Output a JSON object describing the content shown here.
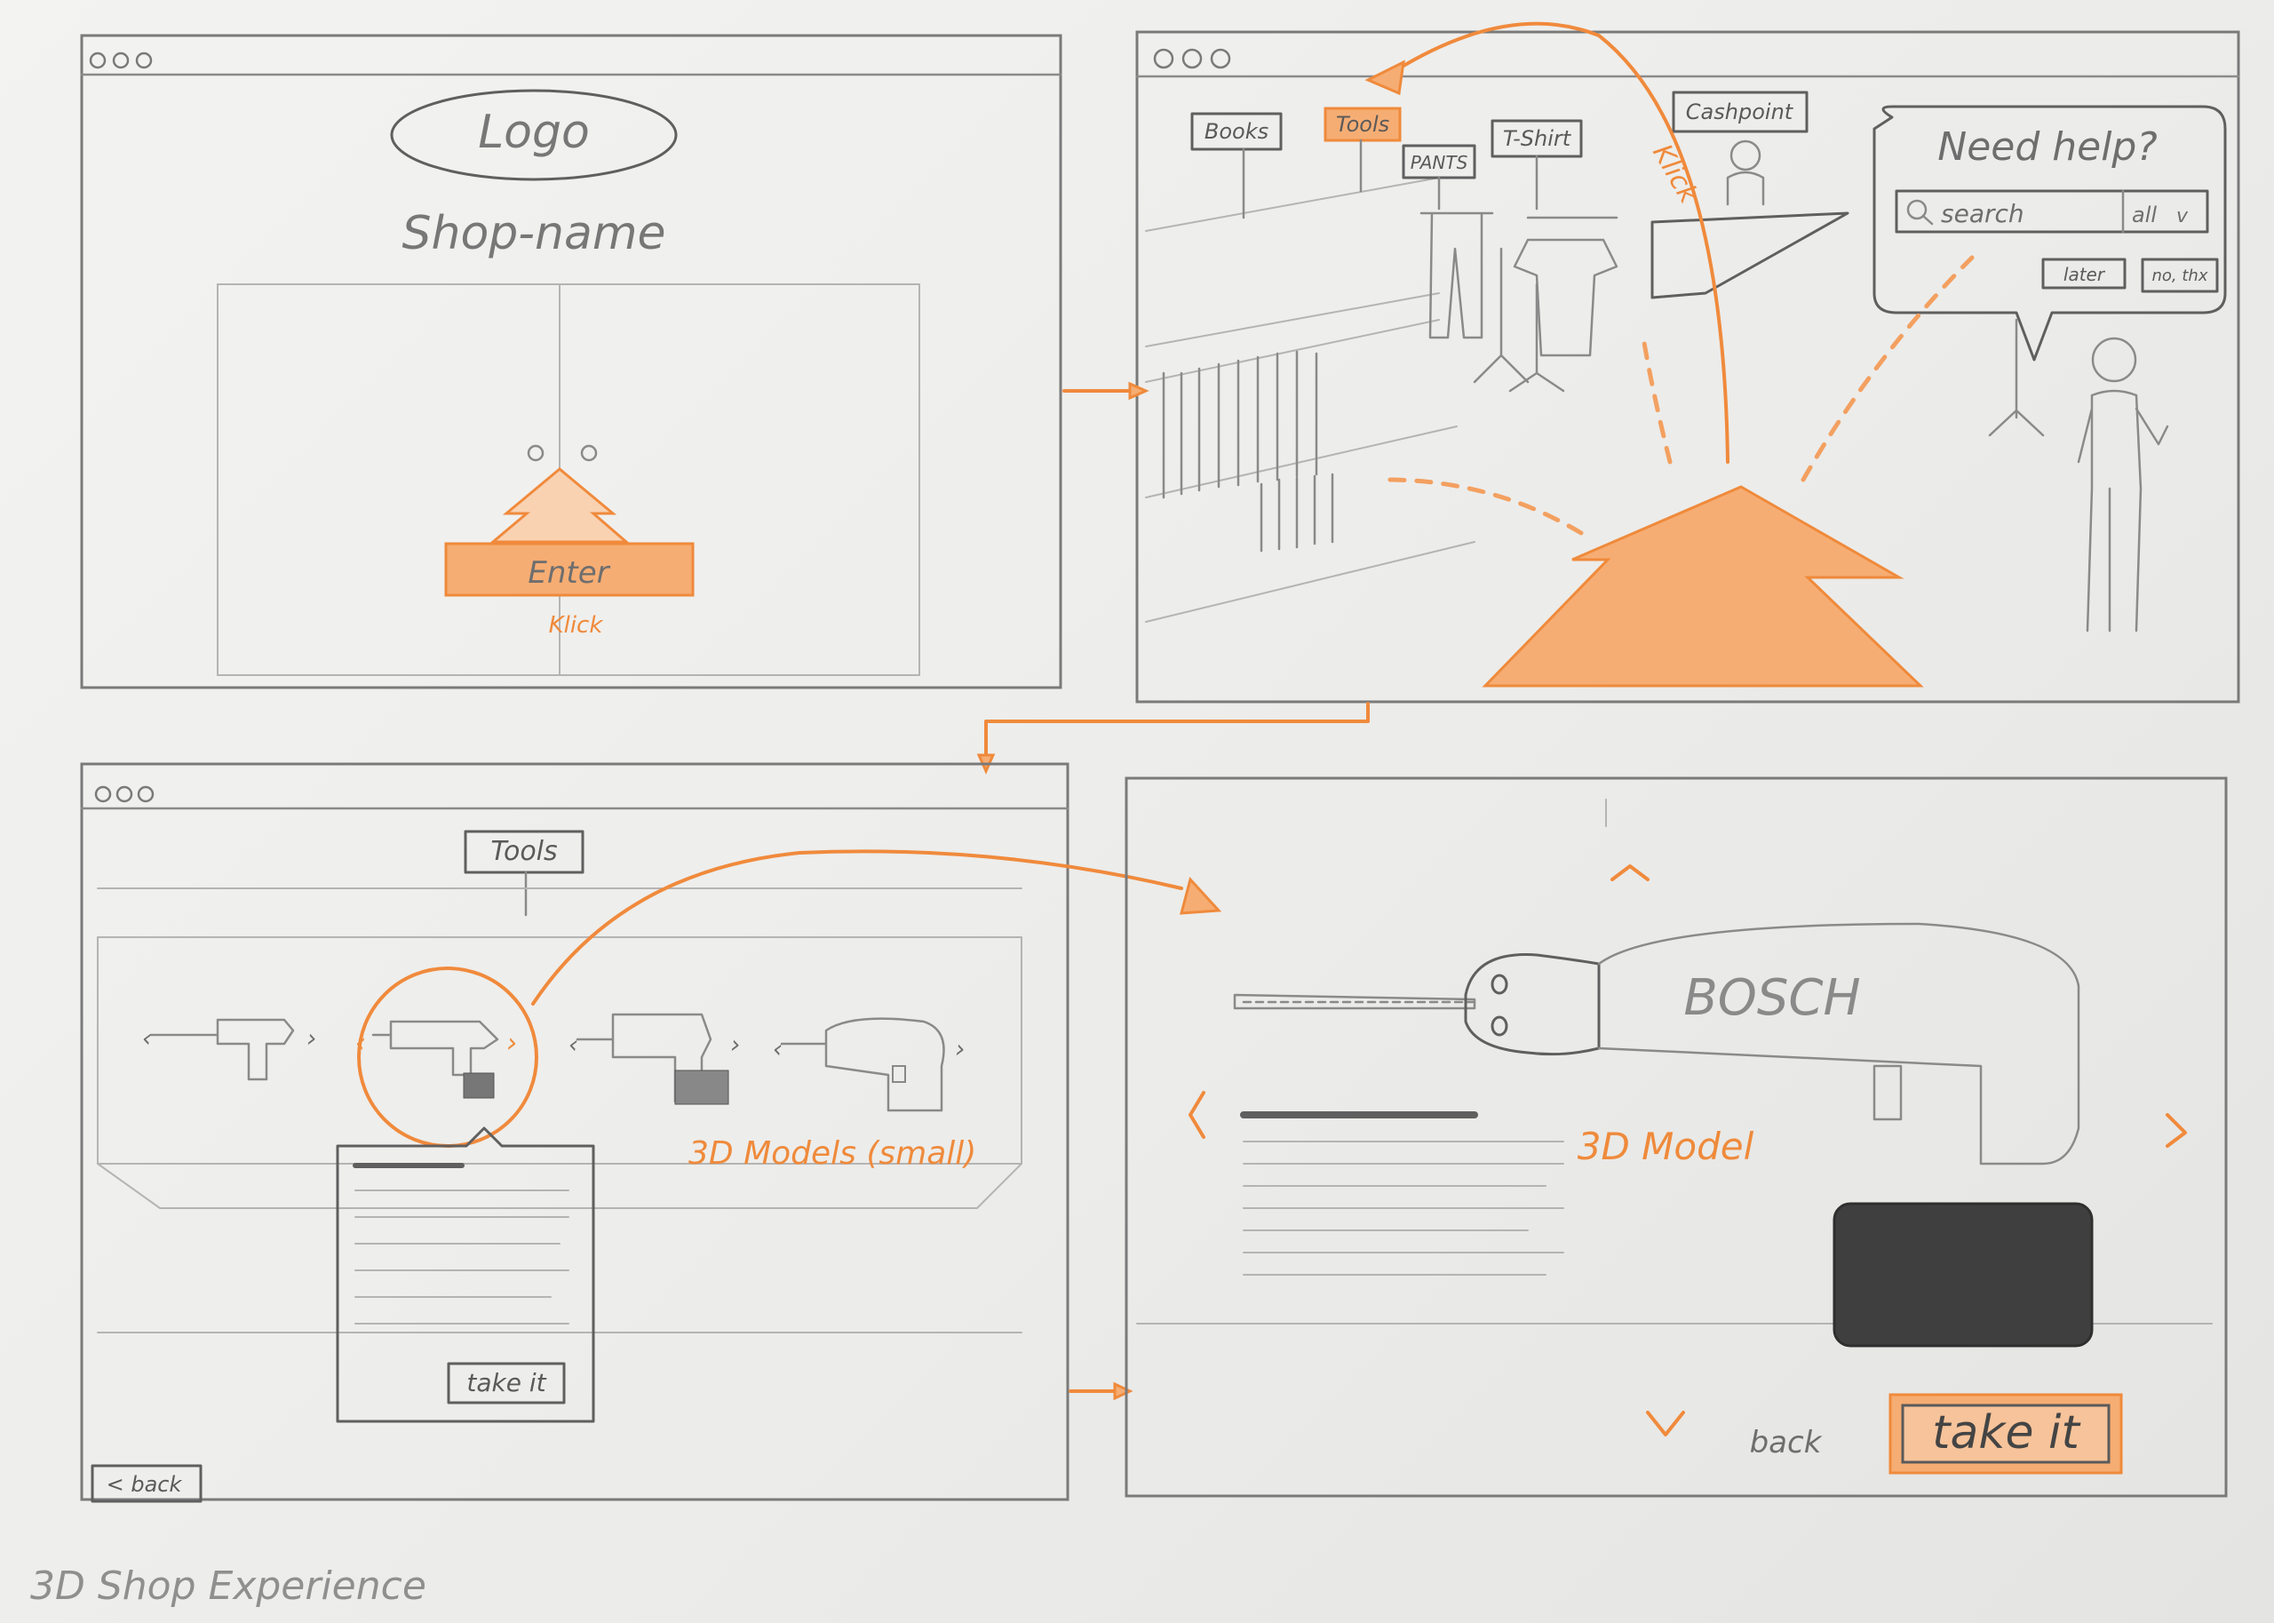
{
  "frame1": {
    "logo": "Logo",
    "shop_name": "Shop-name",
    "enter_button": "Enter",
    "enter_note": "Klick"
  },
  "frame2": {
    "signs": {
      "books": "Books",
      "tools": "Tools",
      "pants": "PANTS",
      "tshirt": "T-Shirt",
      "cashpoint": "Cashpoint"
    },
    "klick_note": "Klick",
    "help_bubble": {
      "title": "Need help?",
      "search_placeholder": "search",
      "filter": "all",
      "later_button": "later",
      "no_thx_button": "no, thx"
    }
  },
  "frame3": {
    "shelf_sign": "Tools",
    "models_label": "3D Models (small)",
    "take_it_button": "take it",
    "back_button": "< back"
  },
  "frame4": {
    "brand": "BOSCH",
    "model_label": "3D Model",
    "back_link": "back",
    "take_it_button": "take it"
  },
  "caption": "3D Shop Experience",
  "colors": {
    "accent": "#f08a3c",
    "pencil": "#7a7a7a"
  }
}
